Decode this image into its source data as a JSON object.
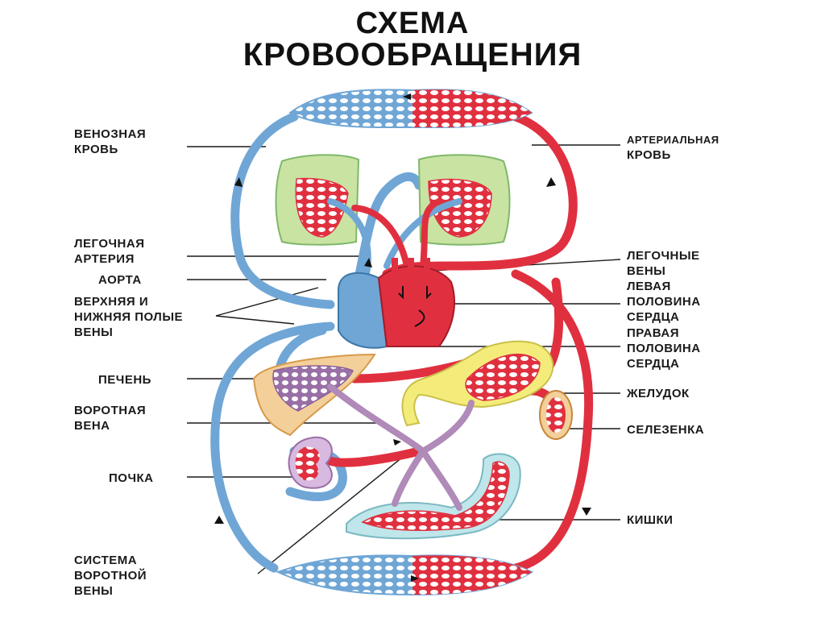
{
  "title": {
    "line1": "СХЕМА",
    "line2": "КРОВООБРАЩЕНИЯ"
  },
  "labels": {
    "venous_blood": [
      "ВЕНОЗНАЯ",
      "КРОВЬ"
    ],
    "arterial_blood": [
      "АРТЕРИАЛЬНАЯ",
      "КРОВЬ"
    ],
    "pulmonary_artery": [
      "ЛЕГОЧНАЯ",
      "АРТЕРИЯ"
    ],
    "aorta": [
      "АОРТА"
    ],
    "vena_cava": [
      "ВЕРХНЯЯ И",
      "НИЖНЯЯ ПОЛЫЕ",
      "ВЕНЫ"
    ],
    "pulmonary_veins": [
      "ЛЕГОЧНЫЕ",
      "ВЕНЫ"
    ],
    "left_heart": [
      "ЛЕВАЯ",
      "ПОЛОВИНА",
      "СЕРДЦА"
    ],
    "right_heart": [
      "ПРАВАЯ",
      "ПОЛОВИНА",
      "СЕРДЦА"
    ],
    "liver": [
      "ПЕЧЕНЬ"
    ],
    "portal_vein": [
      "ВОРОТНАЯ",
      "ВЕНА"
    ],
    "stomach": [
      "ЖЕЛУДОК"
    ],
    "spleen": [
      "СЕЛЕЗЕНКА"
    ],
    "kidney": [
      "ПОЧКА"
    ],
    "intestines": [
      "КИШКИ"
    ],
    "portal_system": [
      "СИСТЕМА",
      "ВОРОТНОЙ",
      "ВЕНЫ"
    ]
  },
  "colors": {
    "venous": "#6fa6d6",
    "arterial": "#e0303f",
    "portal": "#b08ab8",
    "lung_tissue": "#c9e3a3",
    "liver_tissue": "#f3cf9a",
    "stomach_tissue": "#f4ec7a",
    "label_line": "#1a1a1a"
  },
  "icons": [
    "heart-icon",
    "lung-icon",
    "liver-icon",
    "stomach-icon",
    "kidney-icon",
    "spleen-icon",
    "intestine-icon"
  ]
}
